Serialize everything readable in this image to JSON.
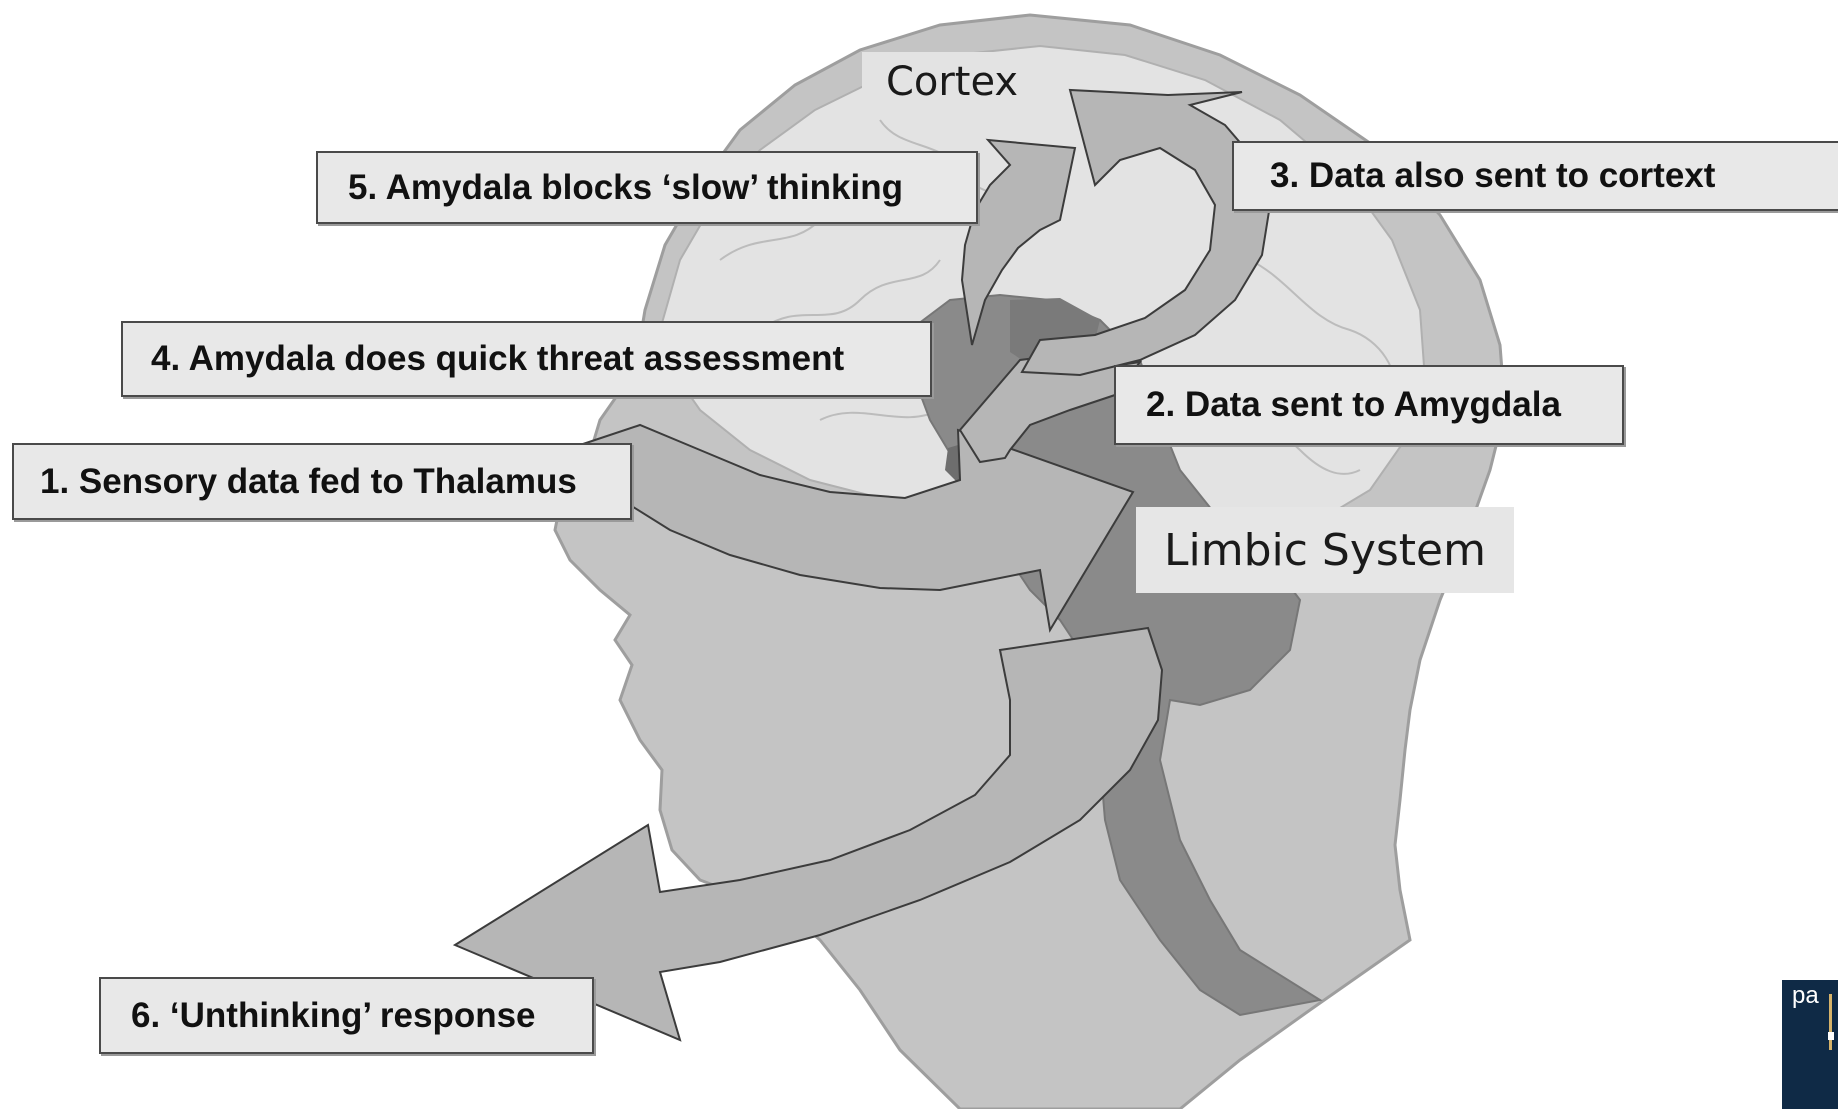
{
  "diagram": {
    "regions": {
      "cortex": "Cortex",
      "limbic_system": "Limbic System"
    },
    "steps": [
      {
        "id": "step1",
        "text": "1. Sensory data fed to Thalamus"
      },
      {
        "id": "step2",
        "text": "2. Data sent to Amygdala"
      },
      {
        "id": "step3",
        "text": "3. Data also sent to cortext"
      },
      {
        "id": "step4",
        "text": "4. Amydala does quick threat assessment"
      },
      {
        "id": "step5",
        "text": "5. Amydala blocks ‘slow’ thinking"
      },
      {
        "id": "step6",
        "text": "6. ‘Unthinking’ response"
      }
    ],
    "logo_text": "pa",
    "colors": {
      "head": "#c4c4c4",
      "brain": "#e3e3e3",
      "limbic": "#8a8a8a",
      "arrow": "#b6b6b6",
      "label_fill": "#e8e8e8",
      "logo": "#0f2a46"
    }
  }
}
